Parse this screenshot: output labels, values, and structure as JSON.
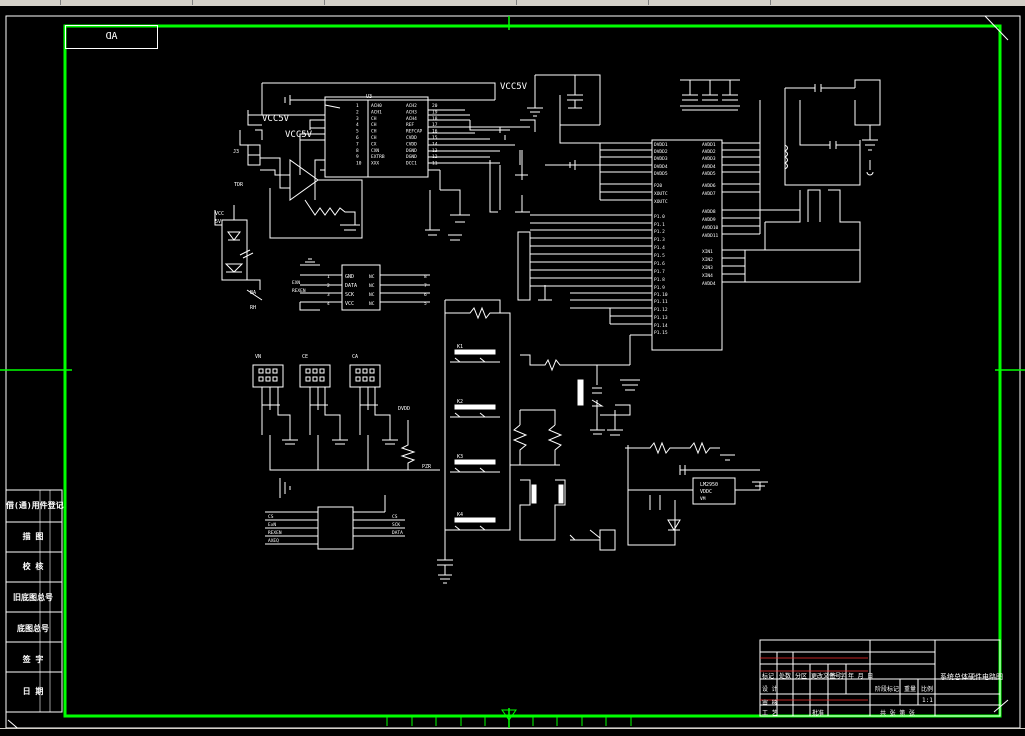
{
  "sheet": {
    "mirror_label": "AD",
    "side_labels": [
      "借(通)用件登记",
      "描 图",
      "校 核",
      "旧底图总号",
      "底图总号",
      "签 字",
      "日 期"
    ],
    "title_block": {
      "drawing_title": "系统总体硬件电路图",
      "col_headers": [
        "标记",
        "处数",
        "分区",
        "更改文件号",
        "签 字",
        "年 月 日"
      ],
      "row_labels": [
        "设 计",
        "审 核",
        "工 艺"
      ],
      "stage": "阶段标记",
      "weight": "重量",
      "scale": "比例",
      "scale_value": "1:1",
      "approve": "批准",
      "sheet_info": "共  张  第  张"
    }
  },
  "labels": {
    "vcc_top": "VCC5V",
    "vcc_left": "VCC5V",
    "vcc_amp": "VCC5V",
    "tdr": "TDR",
    "j3": "J3",
    "vcc5v_led": [
      "VCC",
      "5V"
    ],
    "ba": "BA",
    "rh": "RH",
    "u_adc": "U3",
    "adc_left_pins": [
      "ACH0",
      "ACH1",
      "CH",
      "CH",
      "CH",
      "CH",
      "CX",
      "CXN",
      "EXTRB",
      "XXX"
    ],
    "adc_right_pins": [
      "ACH2",
      "ACH3",
      "ACH4",
      "REF",
      "REFCAP",
      "CVDD",
      "CVDD",
      "DGND",
      "DGND",
      "DCC1"
    ],
    "adc_left_nums": [
      "1",
      "2",
      "3",
      "4",
      "5",
      "6",
      "7",
      "8",
      "9",
      "10"
    ],
    "adc_right_nums": [
      "20",
      "19",
      "18",
      "17",
      "16",
      "15",
      "14",
      "13",
      "12",
      "11"
    ],
    "mcu_left_pins": [
      "DVDD1",
      "DVDD2",
      "DVDD3",
      "DVDD4",
      "DVDD5",
      "P20",
      "XOUTC",
      "XOUTC",
      "P1.0",
      "P1.1",
      "P1.2",
      "P1.3",
      "P1.4",
      "P1.5",
      "P1.6",
      "P1.7",
      "P1.8",
      "P1.9",
      "P1.10",
      "P1.11",
      "P1.12",
      "P1.13",
      "P1.14",
      "P1.15"
    ],
    "mcu_right_pins": [
      "AVDD1",
      "AVDD2",
      "AVDD3",
      "AVDD4",
      "AVDD5",
      "AVDD6",
      "AVDD7",
      "AVDD8",
      "AVDD9",
      "AVDD10",
      "AVDD11",
      "XIN1",
      "XIN2",
      "XIN3",
      "XIN4",
      "AVDD4"
    ],
    "mem_left": [
      "GND",
      "DATA",
      "SCK",
      "VCC"
    ],
    "mem_right": [
      "NC",
      "NC",
      "NC",
      "NC"
    ],
    "mem_left_nums": [
      "1",
      "2",
      "3",
      "4"
    ],
    "mem_right_nums": [
      "8",
      "7",
      "6",
      "5"
    ],
    "mem_sigs": [
      "EXN",
      "REXEN"
    ],
    "connectors": [
      "VN",
      "CE",
      "CA"
    ],
    "dvdd": "DVDD",
    "pzr": "PZR",
    "keys": [
      "K1",
      "K2",
      "K3",
      "K4"
    ],
    "bottom_ic_left": [
      "CS",
      "ExN",
      "REXEN",
      "AXEQ"
    ],
    "bottom_ic_right": [
      "CS",
      "SCK",
      "DATA"
    ],
    "reg_box": [
      "LM2950",
      "VDDC",
      "VM"
    ]
  }
}
